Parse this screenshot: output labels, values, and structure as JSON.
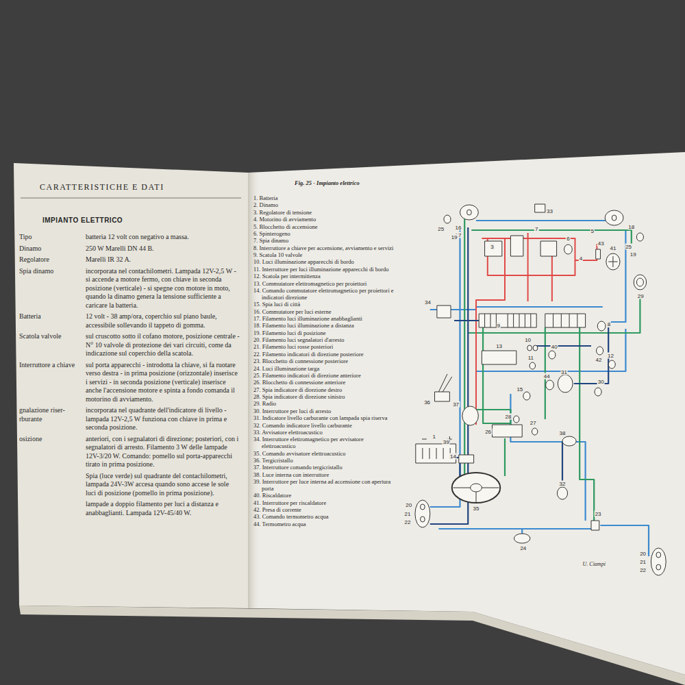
{
  "diagram": {
    "title": "CARATTERISTICHE E DATI",
    "caption": "Fig. 25 - Impianto elettrico",
    "labels": [
      "IMPIANTO ELETTRICO",
      "Tipo",
      "batteria 12 volt con negativo a massa.",
      "Dinamo",
      "250 W Marelli DN 44 B.",
      "Regolatore",
      "Marelli IR 32 A.",
      "Spia dinamo",
      "incorporata nel contachilometri. Lampada 12V-2,5 W - si accende a motore fermo, con chiave in seconda posizione (verticale) - si spegne con motore in moto, quando la dinamo genera la tensione sufficiente a caricare la batteria.",
      "Batteria",
      "12 volt - 38 amp/ora, coperchio sul piano baule, accessibile sollevando il tappeto di gomma.",
      "Scatola valvole",
      "sul cruscotto sotto il cofano motore, posizione centrale - N° 10 valvole di protezione dei vari circuiti, come da indicazione sul coperchio della scatola.",
      "Interruttore a chiave",
      "sul porta apparecchi - introdotta la chiave, si fa ruotare verso destra - in prima posizione (orizzontale) inserisce i servizi - in seconda posizione (verticale) inserisce anche l'accensione motore e spinta a fondo comanda il motorino di avviamento.",
      "gnalazione riser- rburante",
      "incorporata nel quadrante dell'indicatore di livello - lampada 12V-2,5 W funziona con chiave in prima e seconda posizione.",
      "osizione",
      "anteriori, con i segnalatori di direzione; posteriori, con i segnalatori di arresto. Filamento 3 W delle lampade 12V-3/20 W. Comando: pomello sul porta-apparecchi tirato in prima posizione.",
      "Spia (luce verde) sul quadrante del contachilometri, lampada 24V-3W accesa quando sono accese le sole luci di posizione (pomello in prima posizione).",
      "lampade a doppio filamento per luci a distanza e anabbaglianti. Lampada 12V-45/40 W.",
      "1. Batteria",
      "2. Dinamo",
      "3. Regolatore di tensione",
      "4. Motorino di avviamento",
      "5. Blocchetto di accensione",
      "6. Spinterogeno",
      "7. Spia dinamo",
      "8. Interruttore a chiave per accensione, avviamento e servizi",
      "9. Scatola 10 valvole",
      "10. Luci illuminazione apparecchi di bordo",
      "11. Interruttore per luci illuminazione apparecchi di bordo",
      "12. Scatola per intermittenza",
      "13. Commutatore elettromagnetico per proiettori",
      "14. Comando commutatore elettromagnetico per proiettori e indicatori direzione",
      "15. Spia luci di città",
      "16. Commutatore per luci esterne",
      "17. Filamento luci illuminazione anabbaglianti",
      "18. Filamento luci illuminazione a distanza",
      "19. Filamento luci di posizione",
      "20. Filamento luci segnalatori d'arresto",
      "21. Filamento luci rosse posteriori",
      "22. Filamento indicatori di direzione posteriore",
      "23. Blocchetto di connessione posteriore",
      "24. Luci illuminazione targa",
      "25. Filamento indicatori di direzione anteriore",
      "26. Blocchetto di connessione anteriore",
      "27. Spia indicatore di direzione destro",
      "28. Spia indicatore di direzione sinistro",
      "29. Radio",
      "30. Interruttore per luci di arresto",
      "31. Indicatore livello carburante con lampada spia riserva",
      "32. Comando indicatore livello carburante",
      "33. Avvisatore elettroacustico",
      "34. Interruttore elettromagnetico per avvisatore elettroacustico",
      "35. Comando avvisatore elettroacustico",
      "36. Tergicristallo",
      "37. Interruttore comando tergicristallo",
      "38. Luce interna con interruttore",
      "39. Interruttore per luce interna ad accensione con apertura porta",
      "40. Riscaldatore",
      "41. Interruttore per riscaldatore",
      "42. Presa di corrente",
      "43. Comando termometro acqua",
      "44. Termometro acqua",
      "16",
      "17",
      "25",
      "19",
      "33",
      "7",
      "3",
      "6",
      "5",
      "4",
      "43",
      "41",
      "18",
      "25",
      "19",
      "29",
      "34",
      "9",
      "8",
      "13",
      "10",
      "11",
      "40",
      "42",
      "12",
      "15",
      "44",
      "31",
      "30",
      "36",
      "37",
      "39",
      "28",
      "26",
      "27",
      "38",
      "1",
      "14",
      "35",
      "32",
      "20",
      "21",
      "22",
      "24",
      "23",
      "20",
      "21",
      "22",
      "U. Ciampi"
    ]
  }
}
